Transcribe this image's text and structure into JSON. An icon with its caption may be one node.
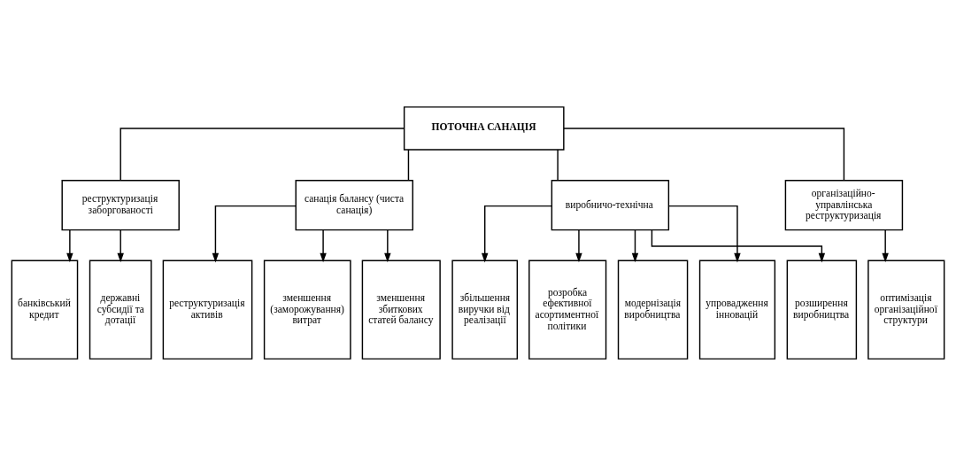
{
  "diagram": {
    "nodes": [
      {
        "text": [
          "ПОТОЧНА САНАЦІЯ"
        ]
      },
      {
        "text": [
          "реструктуризація заборгованості"
        ]
      },
      {
        "text": [
          "санація балансу (чиста санація)"
        ]
      },
      {
        "text": [
          "виробничо-технічна"
        ]
      },
      {
        "text": [
          "організаційно- управлінська реструктуризація"
        ]
      },
      {
        "text": [
          "банківський кредит"
        ]
      },
      {
        "text": [
          "державні субсидії та дотації"
        ]
      },
      {
        "text": [
          "реструктуризація активів"
        ]
      },
      {
        "text": [
          "зменшення (заморожування) витрат"
        ]
      },
      {
        "text": [
          "зменшення збиткових статей балансу"
        ]
      },
      {
        "text": [
          "збільшення виручки від реалізації"
        ]
      },
      {
        "text": [
          "розробка ефективної асортиментної політики"
        ]
      },
      {
        "text": [
          "модернізація виробництва"
        ]
      },
      {
        "text": [
          "упровадження інновацій"
        ]
      },
      {
        "text": [
          "розширення виробництва"
        ]
      },
      {
        "text": [
          "оптимізація організаційної структури"
        ]
      }
    ],
    "edges": [
      {
        "from": 0,
        "to": 1,
        "arrow": "none"
      },
      {
        "from": 0,
        "to": 2,
        "arrow": "none"
      },
      {
        "from": 0,
        "to": 3,
        "arrow": "none"
      },
      {
        "from": 0,
        "to": 4,
        "arrow": "none"
      },
      {
        "from": 1,
        "to": 5,
        "arrow": "to"
      },
      {
        "from": 1,
        "to": 6,
        "arrow": "to"
      },
      {
        "from": 2,
        "to": 7,
        "arrow": "to"
      },
      {
        "from": 2,
        "to": 8,
        "arrow": "to"
      },
      {
        "from": 2,
        "to": 9,
        "arrow": "to"
      },
      {
        "from": 3,
        "to": 10,
        "arrow": "to"
      },
      {
        "from": 3,
        "to": 11,
        "arrow": "to"
      },
      {
        "from": 3,
        "to": 12,
        "arrow": "to"
      },
      {
        "from": 3,
        "to": 13,
        "arrow": "to"
      },
      {
        "from": 3,
        "to": 14,
        "arrow": "to"
      },
      {
        "from": 4,
        "to": 15,
        "arrow": "to"
      }
    ]
  }
}
